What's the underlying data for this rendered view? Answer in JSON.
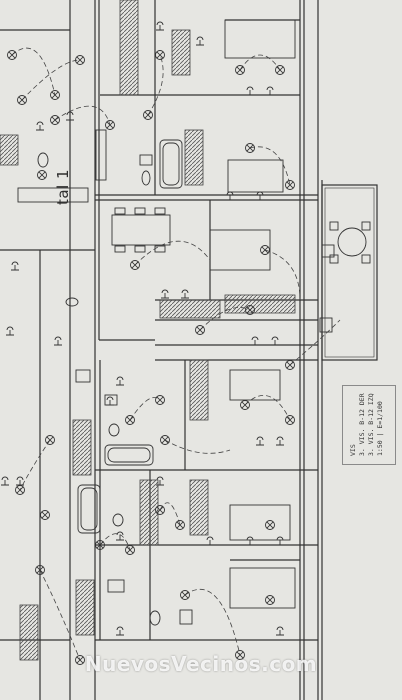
{
  "plan": {
    "room_label": "tal 1",
    "stamp_title": "VIS",
    "stamp_lines": [
      "3. VIS. B-12 DER",
      "3. VIS. B-12 IZQ",
      "1:50 | E=1/100"
    ],
    "watermark": "NuevosVecinos.com"
  },
  "colors": {
    "paper": "#e6e6e2",
    "ink": "#333333",
    "wall_hatch": "#555555"
  },
  "symbols": {
    "light_point": "circle-cross-icon",
    "socket": "t-socket-icon",
    "panel": "hatched-box-icon"
  }
}
